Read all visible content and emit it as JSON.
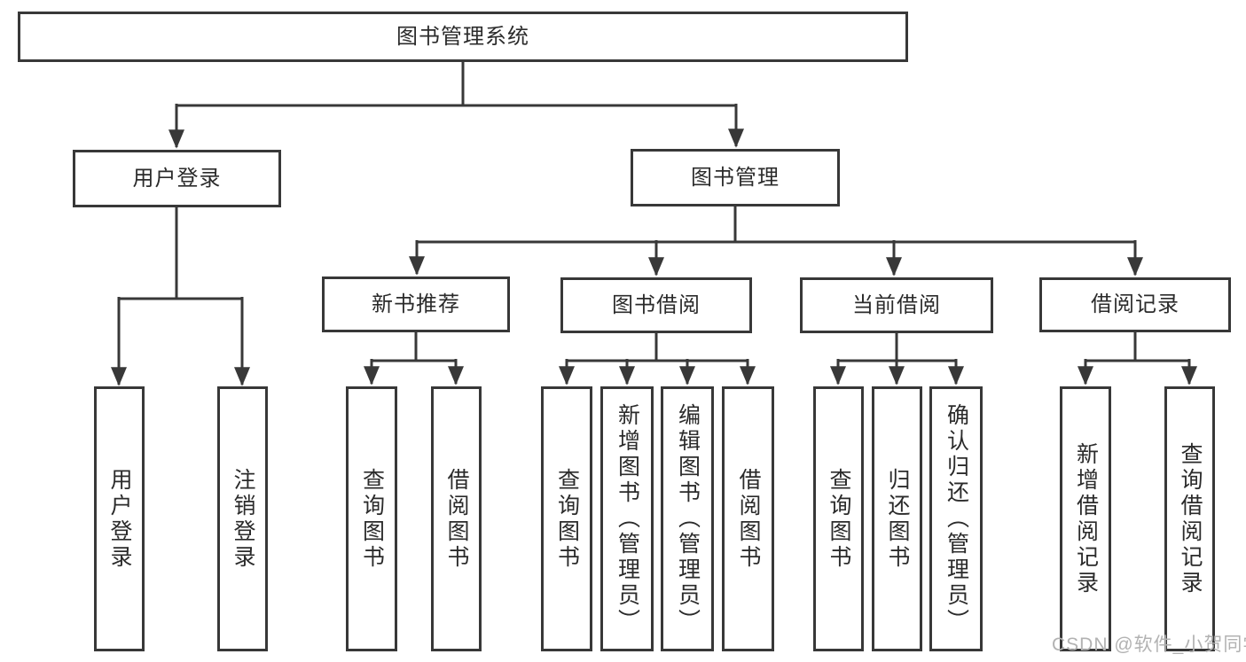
{
  "diagram": {
    "root": {
      "label": "图书管理系统"
    },
    "level2": {
      "user_login": {
        "label": "用户登录"
      },
      "book_mgmt": {
        "label": "图书管理"
      }
    },
    "level3": {
      "new_book": {
        "label": "新书推荐"
      },
      "book_borrow": {
        "label": "图书借阅"
      },
      "current_borrow": {
        "label": "当前借阅"
      },
      "borrow_record": {
        "label": "借阅记录"
      }
    },
    "leaves": {
      "user_login_action": "用户登录",
      "logout_action": "注销登录",
      "newbook_query": "查询图书",
      "newbook_borrow": "借阅图书",
      "borrow_query": "查询图书",
      "borrow_add": "新增图书（管理员）",
      "borrow_edit": "编辑图书（管理员）",
      "borrow_borrow": "借阅图书",
      "current_query": "查询图书",
      "current_return": "归还图书",
      "current_confirm": "确认归还（管理员）",
      "record_add": "新增借阅记录",
      "record_query": "查询借阅记录"
    }
  },
  "watermark": {
    "text": "CSDN @软件_小贺同学"
  },
  "colors": {
    "line": "#383838",
    "text": "#2b2b2b",
    "watermark": "#b2b2b2",
    "background": "#ffffff"
  }
}
